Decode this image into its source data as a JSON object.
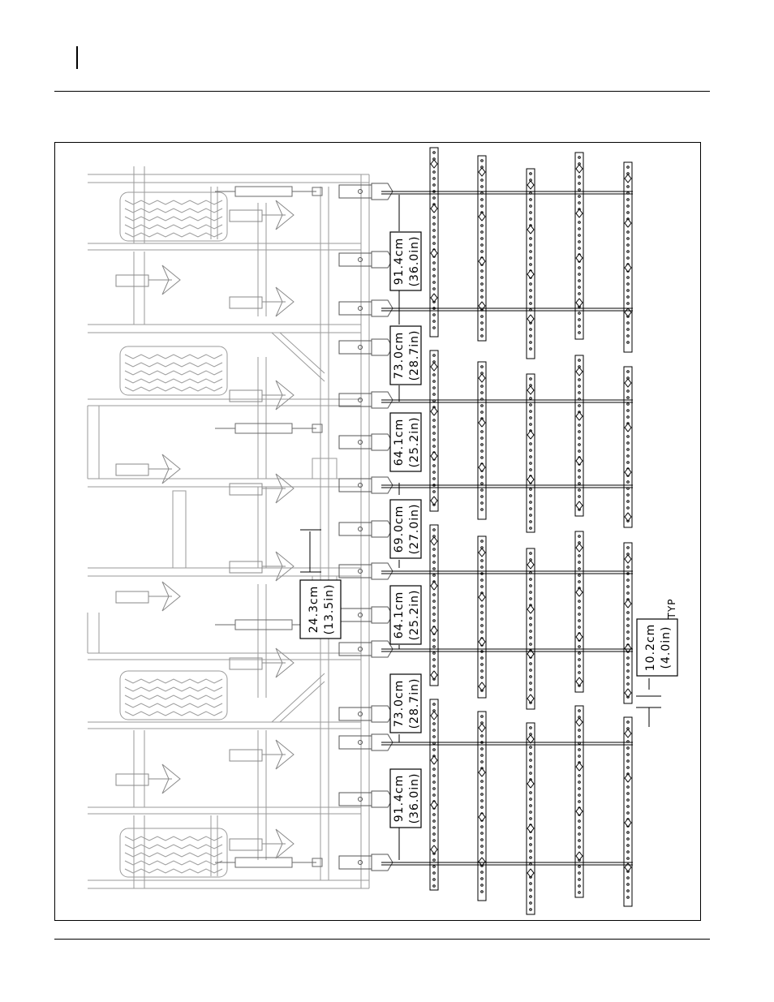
{
  "diagram": {
    "dimensions": [
      {
        "id": "dim-top-outer",
        "metric": "91.4cm",
        "imperial": "(36.0in)"
      },
      {
        "id": "dim-top-inner",
        "metric": "73.0cm",
        "imperial": "(28.7in)"
      },
      {
        "id": "dim-upper-mid",
        "metric": "64.1cm",
        "imperial": "(25.2in)"
      },
      {
        "id": "dim-center",
        "metric": "69.0cm",
        "imperial": "(27.0in)"
      },
      {
        "id": "dim-offset",
        "metric": "24.3cm",
        "imperial": "(13.5in)"
      },
      {
        "id": "dim-lower-mid",
        "metric": "64.1cm",
        "imperial": "(25.2in)"
      },
      {
        "id": "dim-bottom-inner",
        "metric": "73.0cm",
        "imperial": "(28.7in)"
      },
      {
        "id": "dim-bottom-outer",
        "metric": "91.4cm",
        "imperial": "(36.0in)"
      },
      {
        "id": "dim-spacing",
        "metric": "10.2cm",
        "imperial": "(4.0in)"
      }
    ],
    "typ_label": "TYP"
  }
}
